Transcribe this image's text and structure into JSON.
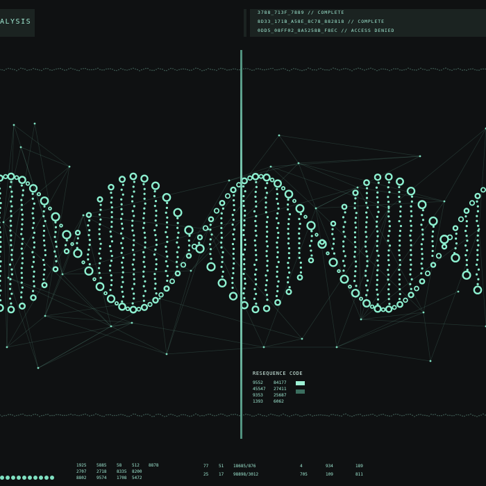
{
  "header": {
    "title": "ALYSIS",
    "status_lines": [
      "3788_713F_7889 // COMPLETE",
      "8D33_171B_A58E_8C78_882818 // COMPLETE",
      "0DD5_08FF02_8A5258B_F8EC // ACCESS DENIED"
    ]
  },
  "resequence": {
    "title": "RESEQUENCE CODE",
    "rows": [
      [
        "9552",
        "84177"
      ],
      [
        "45547",
        "27411"
      ],
      [
        "9353",
        "25687"
      ],
      [
        "1393",
        "6062"
      ]
    ],
    "swatch_colors": [
      "#9df0d4",
      "#3b6e5f"
    ]
  },
  "footer": {
    "dot_indicators": {
      "total": 10,
      "active": 10
    },
    "col1": [
      "1925",
      "2707",
      "8802"
    ],
    "col2": [
      "5885",
      "2718",
      "9574"
    ],
    "col3": [
      "58",
      "8335",
      "1708"
    ],
    "col4": [
      "512",
      "8200",
      "5472"
    ],
    "col5": [
      "8878",
      "",
      ""
    ],
    "col6": [
      "77",
      "25"
    ],
    "col7": [
      "51",
      "17"
    ],
    "col8": [
      "18685/876",
      "98898/3012"
    ],
    "col9": [
      "4",
      "705"
    ],
    "col10": [
      "934",
      "109"
    ],
    "col11": [
      "189",
      "811"
    ]
  },
  "colors": {
    "accent": "#9fe9d2",
    "background": "#0f1112",
    "panel": "#1b2321"
  },
  "icons": [
    "dna-helix-graphic",
    "network-mesh-graphic"
  ]
}
